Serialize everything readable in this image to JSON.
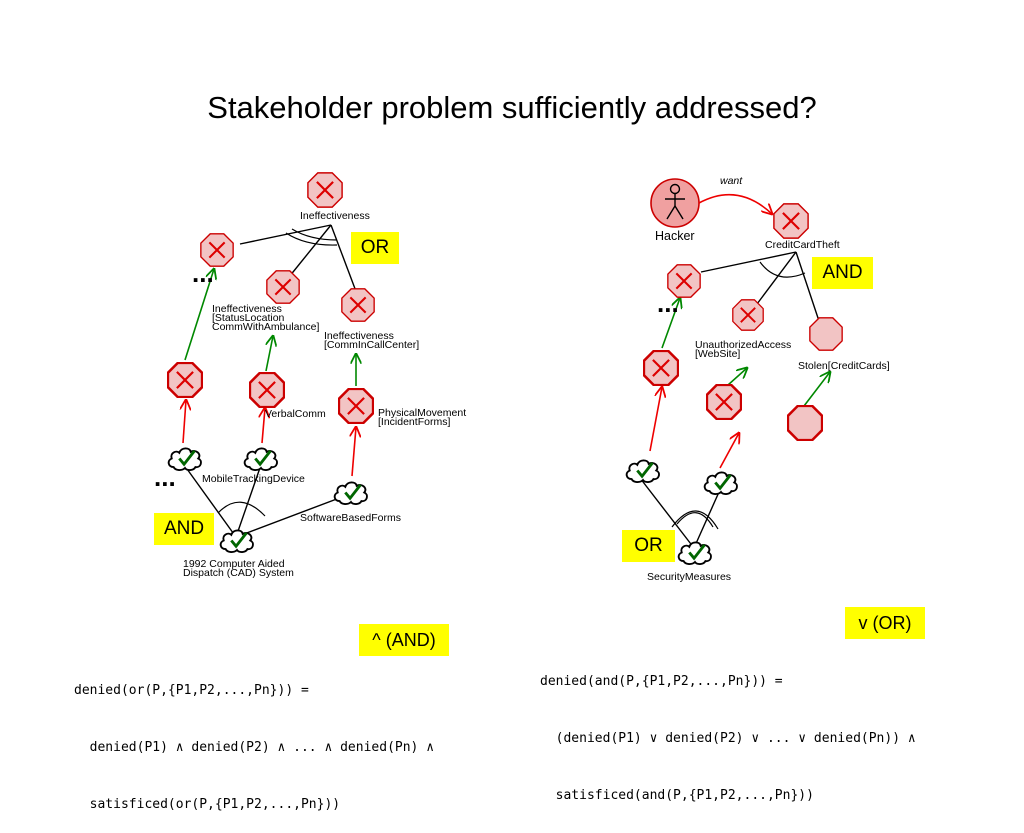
{
  "title": "Stakeholder problem sufficiently addressed?",
  "left": {
    "softgoals": {
      "root": "Ineffectiveness",
      "sub1": "Ineffectiveness\n[StatusLocation\nCommWithAmbulance]",
      "sub2": "Ineffectiveness\n[CommInCallCenter]"
    },
    "operationalizations": {
      "verbal": "VerbalComm",
      "physical": "PhysicalMovement\n[IncidentForms]",
      "mobile": "MobileTrackingDevice",
      "software": "SoftwareBasedForms",
      "cad": "1992 Computer Aided\nDispatch (CAD) System"
    },
    "tags": {
      "or": "OR",
      "and": "AND"
    },
    "ellipsis": "..."
  },
  "right": {
    "actor": "Hacker",
    "want_label": "want",
    "softgoals": {
      "root": "CreditCardTheft",
      "unauth": "UnauthorizedAccess\n[WebSite]",
      "stolen": "Stolen[CreditCards]"
    },
    "operationalizations": {
      "security": "SecurityMeasures"
    },
    "tags": {
      "and": "AND",
      "or": "OR"
    },
    "ellipsis": "..."
  },
  "annotations": {
    "and_symbol": "^ (AND)",
    "or_symbol": "v (OR)"
  },
  "formulas": {
    "left": [
      "denied(or(P,{P1,P2,...,Pn})) =",
      "  denied(P1) ∧ denied(P2) ∧ ... ∧ denied(Pn) ∧",
      "  satisficed(or(P,{P1,P2,...,Pn}))"
    ],
    "right": [
      "denied(and(P,{P1,P2,...,Pn})) =",
      "  (denied(P1) ∨ denied(P2) ∨ ... ∨ denied(Pn)) ∧",
      "  satisficed(and(P,{P1,P2,...,Pn}))"
    ]
  },
  "colors": {
    "denied_fill": "#f2c4c4",
    "denied_stroke": "#cc0000",
    "tag_bg": "#ffff00",
    "contribution_red": "#ee0000",
    "contribution_green": "#008800"
  }
}
